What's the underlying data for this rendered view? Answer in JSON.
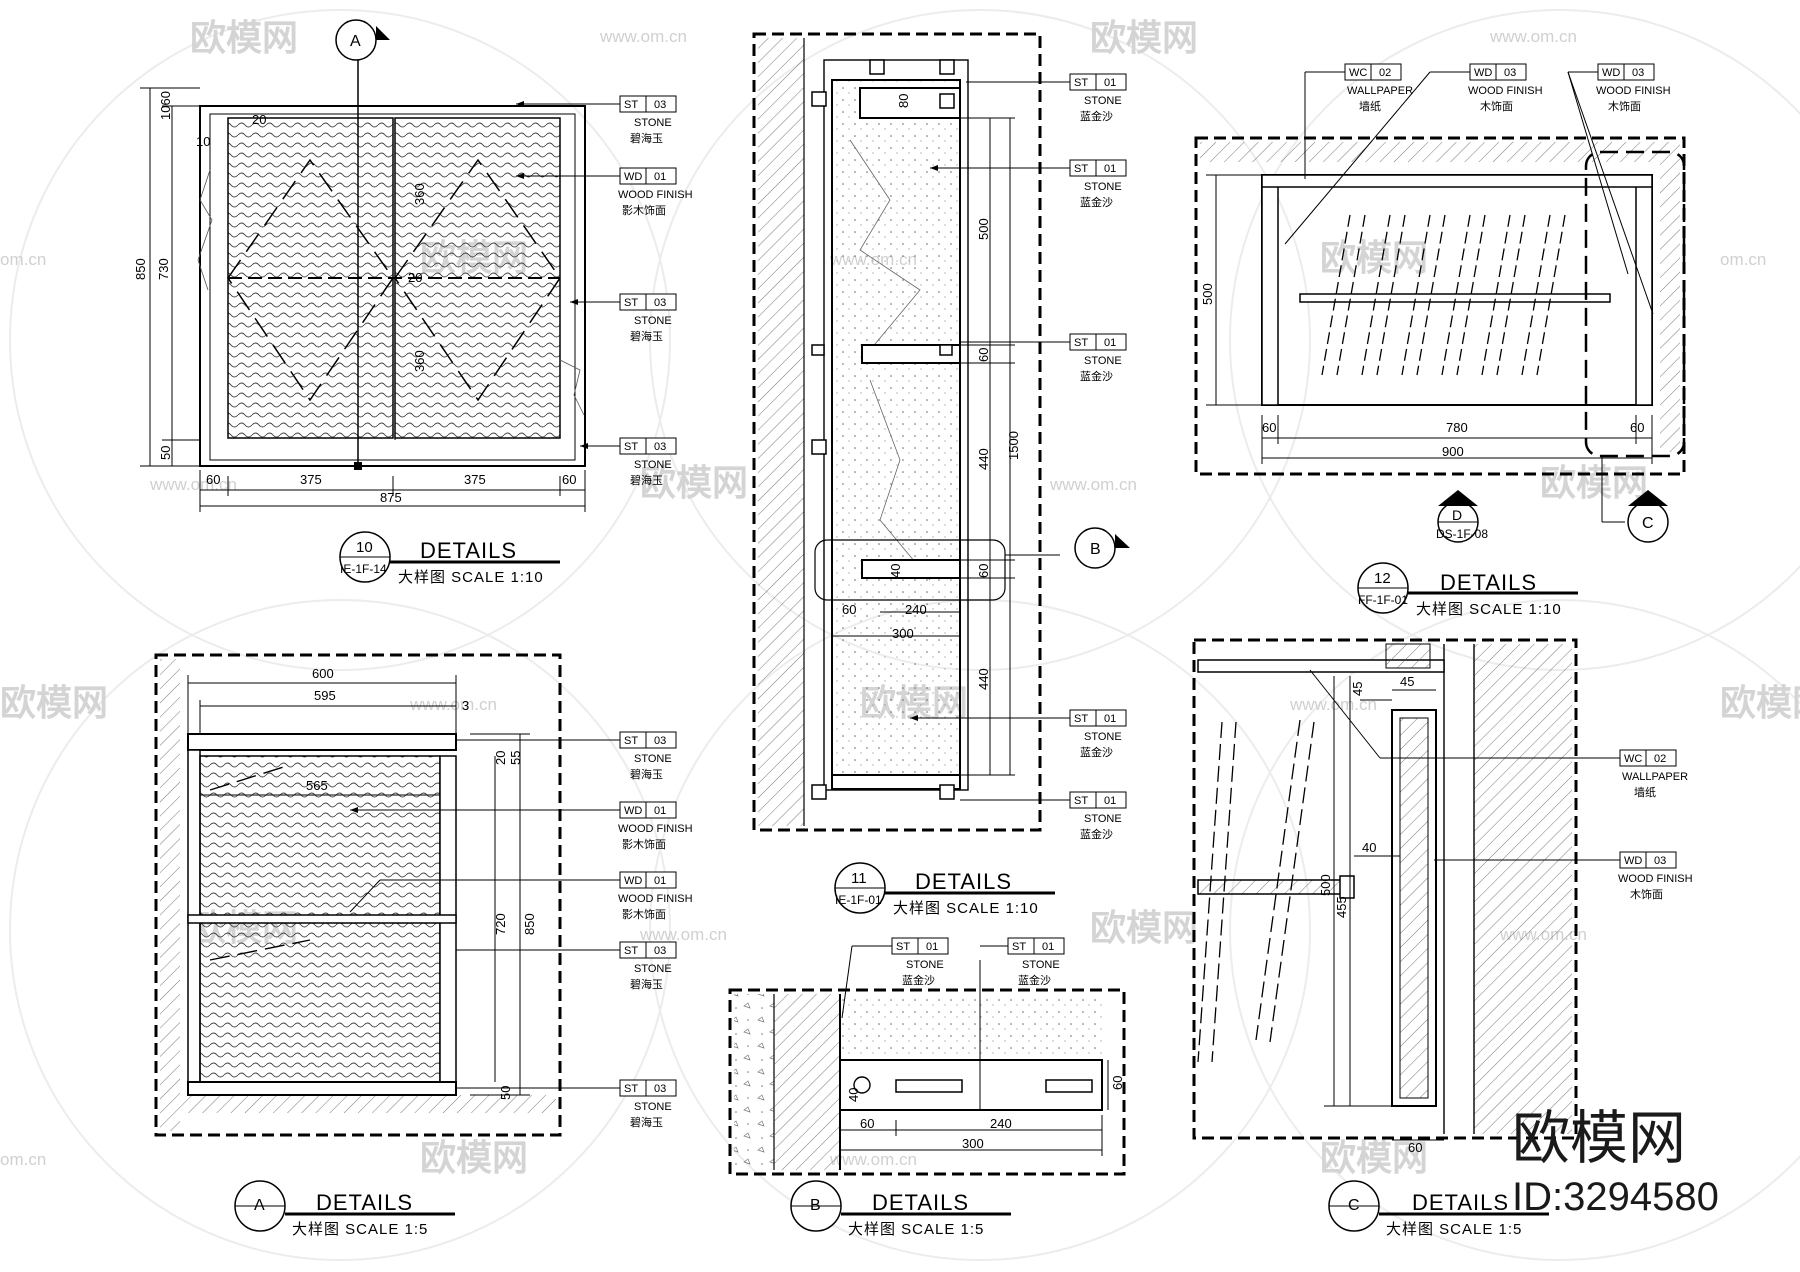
{
  "watermark": {
    "brand_cn": "欧模网",
    "url": "www.om.cn",
    "url_short": "om.cn",
    "id_label": "ID:3294580"
  },
  "materials": {
    "st01": {
      "code": "ST",
      "num": "01",
      "en": "STONE",
      "cn": "蓝金沙"
    },
    "st03": {
      "code": "ST",
      "num": "03",
      "en": "STONE",
      "cn": "碧海玉"
    },
    "wd01": {
      "code": "WD",
      "num": "01",
      "en": "WOOD FINISH",
      "cn": "影木饰面"
    },
    "wd03": {
      "code": "WD",
      "num": "03",
      "en": "WOOD FINISH",
      "cn": "木饰面"
    },
    "wc02": {
      "code": "WC",
      "num": "02",
      "en": "WALLPAPER",
      "cn": "墙纸"
    }
  },
  "details": {
    "d10": {
      "number": "10",
      "ref": "IE-1F-14",
      "title": "DETAILS",
      "subtitle": "大样图 SCALE 1:10",
      "dims": {
        "h850": "850",
        "h730": "730",
        "h1060": "1060",
        "h50": "50",
        "h20": "20",
        "h10": "10",
        "h360a": "360",
        "h360b": "360",
        "h20b": "20",
        "w60a": "60",
        "w375a": "375",
        "w375b": "375",
        "w60b": "60",
        "w875": "875"
      }
    },
    "d11": {
      "number": "11",
      "ref": "IE-1F-01",
      "title": "DETAILS",
      "subtitle": "大样图 SCALE 1:10",
      "dims": {
        "v80": "80",
        "v500": "500",
        "v60a": "60",
        "v1500": "1500",
        "v440a": "440",
        "v40": "40",
        "v60b": "60",
        "h60": "60",
        "h240": "240",
        "h300": "300",
        "v440b": "440"
      }
    },
    "d12": {
      "number": "12",
      "ref": "FF-1F-01",
      "title": "DETAILS",
      "subtitle": "大样图 SCALE 1:10",
      "dims": {
        "v500": "500",
        "h60a": "60",
        "h780": "780",
        "h60b": "60",
        "h900": "900"
      }
    },
    "dA": {
      "letter": "A",
      "title": "DETAILS",
      "subtitle": "大样图 SCALE 1:5",
      "dims": {
        "h600": "600",
        "h595": "595",
        "h565": "565",
        "v20": "20",
        "v55": "55",
        "v3": "3",
        "v720": "720",
        "v850": "850",
        "v50": "50"
      }
    },
    "dB": {
      "letter": "B",
      "title": "DETAILS",
      "subtitle": "大样图 SCALE 1:5",
      "dims": {
        "v40": "40",
        "v60": "60",
        "h60": "60",
        "h240": "240",
        "h300": "300"
      }
    },
    "dC": {
      "letter": "C",
      "title": "DETAILS",
      "subtitle": "大样图 SCALE 1:5",
      "dims": {
        "h45a": "45",
        "h45b": "45",
        "h40": "40",
        "v500": "500",
        "v455": "455",
        "h60": "60"
      }
    }
  },
  "sectionMarks": {
    "a": {
      "letter": "A"
    },
    "b": {
      "letter": "B"
    },
    "c": {
      "letter": "C"
    },
    "d": {
      "letter": "D",
      "ref": "DS-1F-08"
    }
  }
}
